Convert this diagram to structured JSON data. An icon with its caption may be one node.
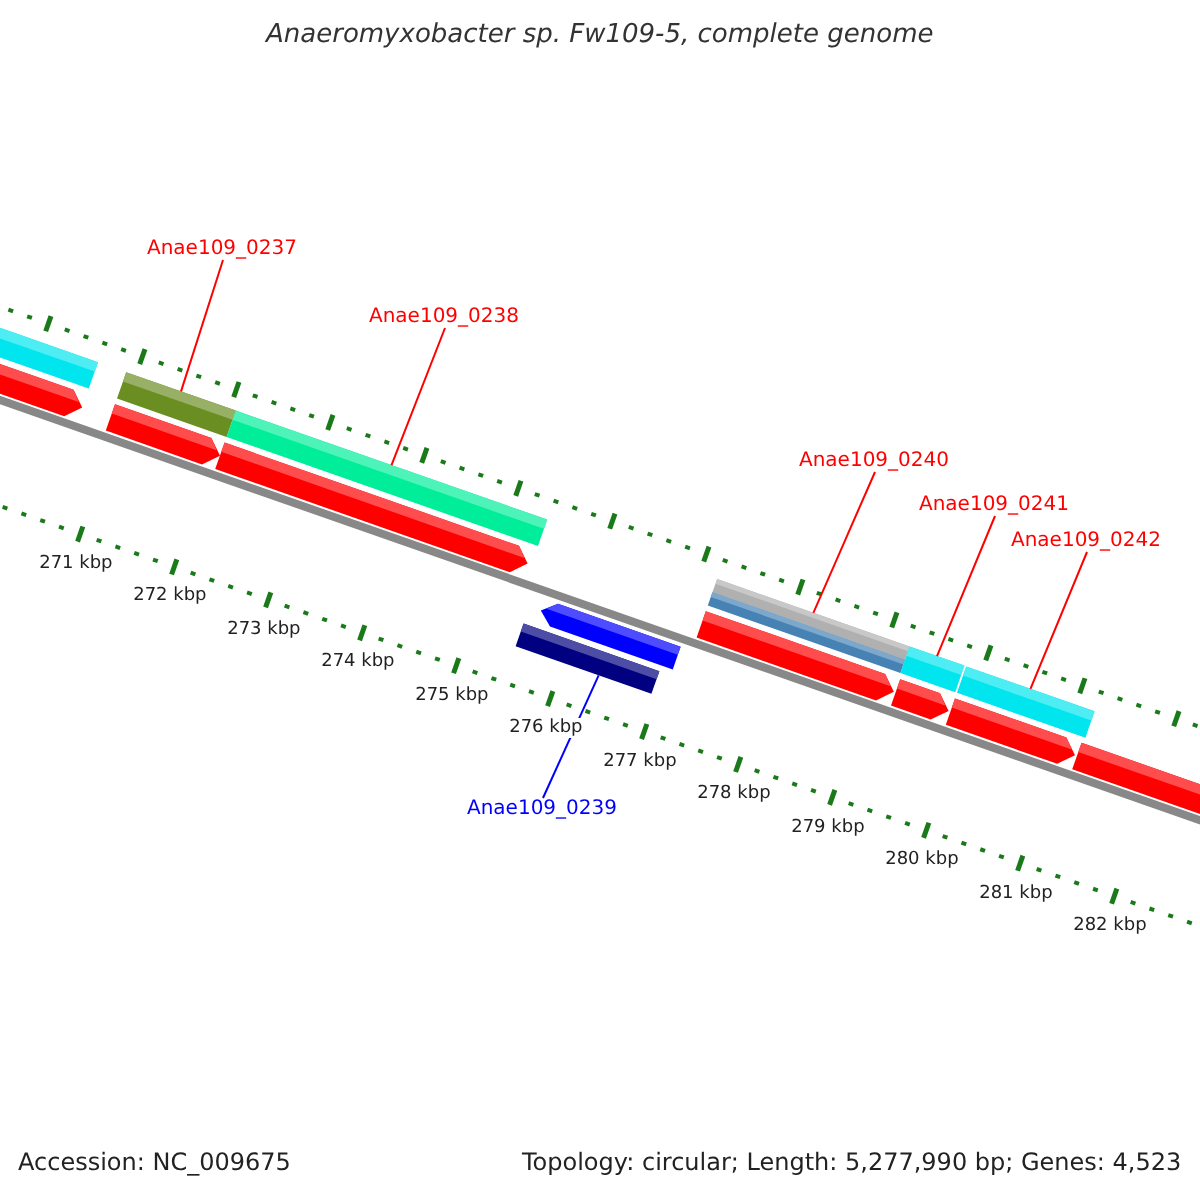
{
  "diagram": {
    "title": "Anaeromyxobacter sp. Fw109-5, complete genome",
    "nodes": [
      {
        "text": [
          "Anae109_0237"
        ]
      },
      {
        "text": [
          "Anae109_0238"
        ]
      },
      {
        "text": [
          "Anae109_0240"
        ]
      },
      {
        "text": [
          "Anae109_0241"
        ]
      },
      {
        "text": [
          "Anae109_0242"
        ]
      },
      {
        "text": [
          "Anae109_0239"
        ]
      },
      {
        "text": [],
        "shape": "bar"
      },
      {
        "text": [],
        "shape": "bar"
      },
      {
        "text": [],
        "shape": "bar"
      },
      {
        "text": [],
        "shape": "bar"
      },
      {
        "text": [],
        "shape": "bar"
      },
      {
        "text": [],
        "shape": "bar"
      },
      {
        "text": [],
        "shape": "bar"
      },
      {
        "text": [],
        "shape": "arrow"
      },
      {
        "text": [],
        "shape": "arrow"
      },
      {
        "text": [],
        "shape": "arrow"
      },
      {
        "text": [],
        "shape": "arrow"
      },
      {
        "text": [],
        "shape": "arrow"
      },
      {
        "text": [],
        "shape": "arrow"
      },
      {
        "text": [],
        "shape": "arrow"
      },
      {
        "text": [],
        "shape": "arrow"
      }
    ],
    "edges": [
      {
        "from": 0,
        "to": 6,
        "arrow": "none"
      },
      {
        "from": 1,
        "to": 7,
        "arrow": "none"
      },
      {
        "from": 2,
        "to": 8,
        "arrow": "none"
      },
      {
        "from": 3,
        "to": 9,
        "arrow": "none"
      },
      {
        "from": 4,
        "to": 10,
        "arrow": "none"
      },
      {
        "from": 5,
        "to": 11,
        "arrow": "none",
        "color": "#0000ff"
      }
    ],
    "labels": [
      "271 kbp",
      "272 kbp",
      "273 kbp",
      "274 kbp",
      "275 kbp",
      "276 kbp",
      "277 kbp",
      "278 kbp",
      "279 kbp",
      "280 kbp",
      "281 kbp",
      "282 kbp",
      "Accession: NC_009675",
      "Topology: circular; Length: 5,277,990 bp; Genes: 4,523"
    ]
  }
}
